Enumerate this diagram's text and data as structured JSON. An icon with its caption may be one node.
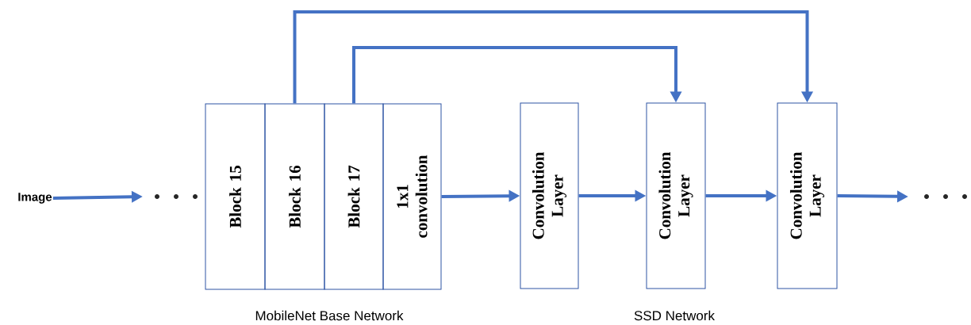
{
  "diagram": {
    "nodes": [
      {
        "text": [
          "Image"
        ]
      },
      {
        "text": [
          "Block 15"
        ]
      },
      {
        "text": [
          "Block 16"
        ]
      },
      {
        "text": [
          "Block 17"
        ]
      },
      {
        "text": [
          "1x1 convolution"
        ]
      },
      {
        "text": [
          "Convolution Layer"
        ]
      },
      {
        "text": [
          "Convolution Layer"
        ]
      },
      {
        "text": [
          "Convolution Layer"
        ]
      }
    ],
    "edges": [
      {
        "from": 0,
        "to": null,
        "arrow": "to"
      },
      {
        "from": 4,
        "to": 5,
        "arrow": "to"
      },
      {
        "from": 5,
        "to": 6,
        "arrow": "to"
      },
      {
        "from": 6,
        "to": 7,
        "arrow": "to"
      },
      {
        "from": 7,
        "to": null,
        "arrow": "to"
      },
      {
        "from": 2,
        "to": 7,
        "arrow": "to"
      },
      {
        "from": 3,
        "to": 6,
        "arrow": "to"
      }
    ],
    "labels": [
      "MobileNet Base Network",
      "SSD Network"
    ]
  }
}
